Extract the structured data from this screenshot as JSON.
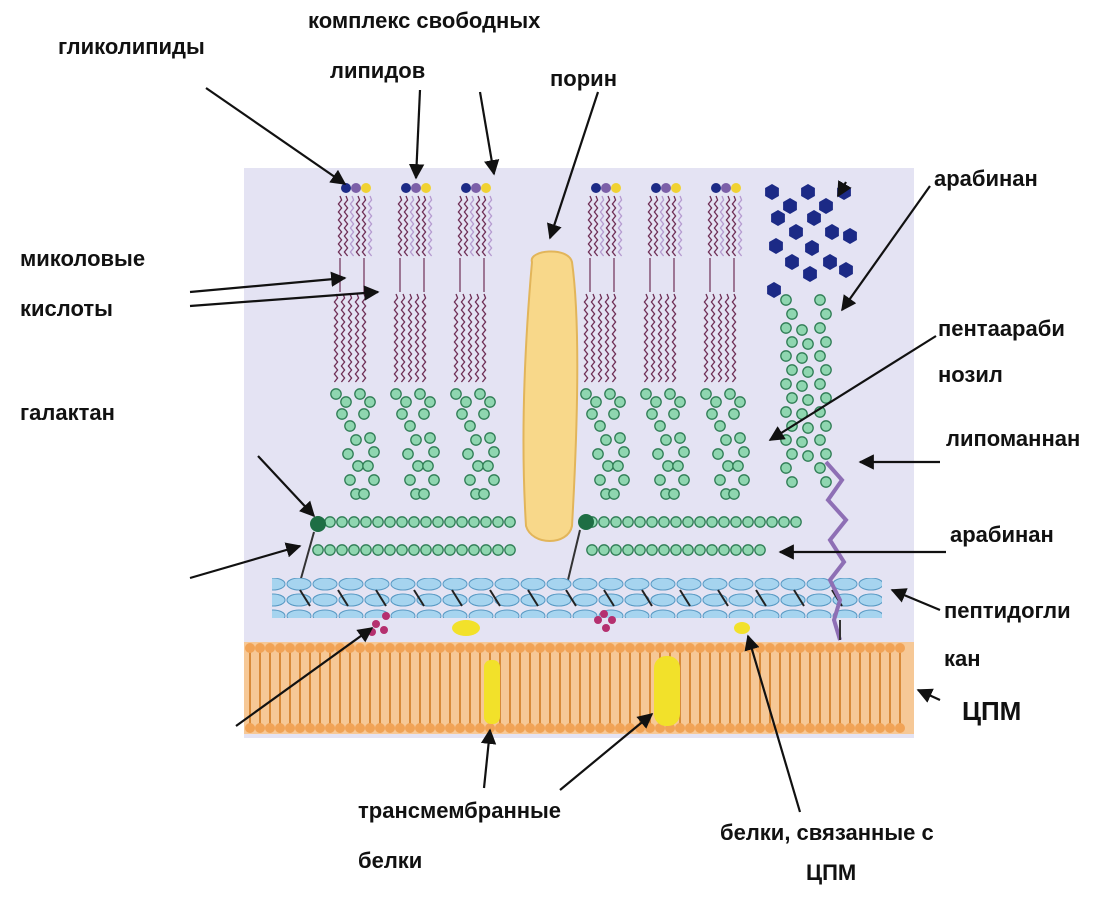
{
  "labels": {
    "glycolipids": "гликолипиды",
    "free_lipids_1": "комплекс свободных",
    "free_lipids_2": "липидов",
    "porin": "порин",
    "arabinan_top": "арабинан",
    "mycolic_1": "миколовые",
    "mycolic_2": "кислоты",
    "pentaarabinosyl_1": "пентаараби",
    "pentaarabinosyl_2": "нозил",
    "galactan": "галактан",
    "lipomannan": "липоманнан",
    "arabinan_mid": "арабинан",
    "peptidoglycan_1": "пептидогли",
    "peptidoglycan_2": "кан",
    "cpm": "ЦПМ",
    "transmembrane_1": "трансмембранные",
    "transmembrane_2": "белки",
    "cpm_proteins_1": "белки, связанные с",
    "cpm_proteins_2": "ЦПМ"
  },
  "colors": {
    "cell_background": "#e4e3f3",
    "mycolic_acid": "#6e2e55",
    "chain_green": "#8fd6b0",
    "chain_green_stroke": "#2f7d55",
    "arabinan_blue": "#1c2a86",
    "porin": "#f8d88a",
    "peptidoglycan": "#a6d4ef",
    "membrane_head": "#f1a356",
    "membrane_tail": "#d07a22",
    "protein_yellow": "#f2e12a",
    "magenta": "#b5306f",
    "lipomannan": "#8e6fb5",
    "arrow": "#111111"
  }
}
